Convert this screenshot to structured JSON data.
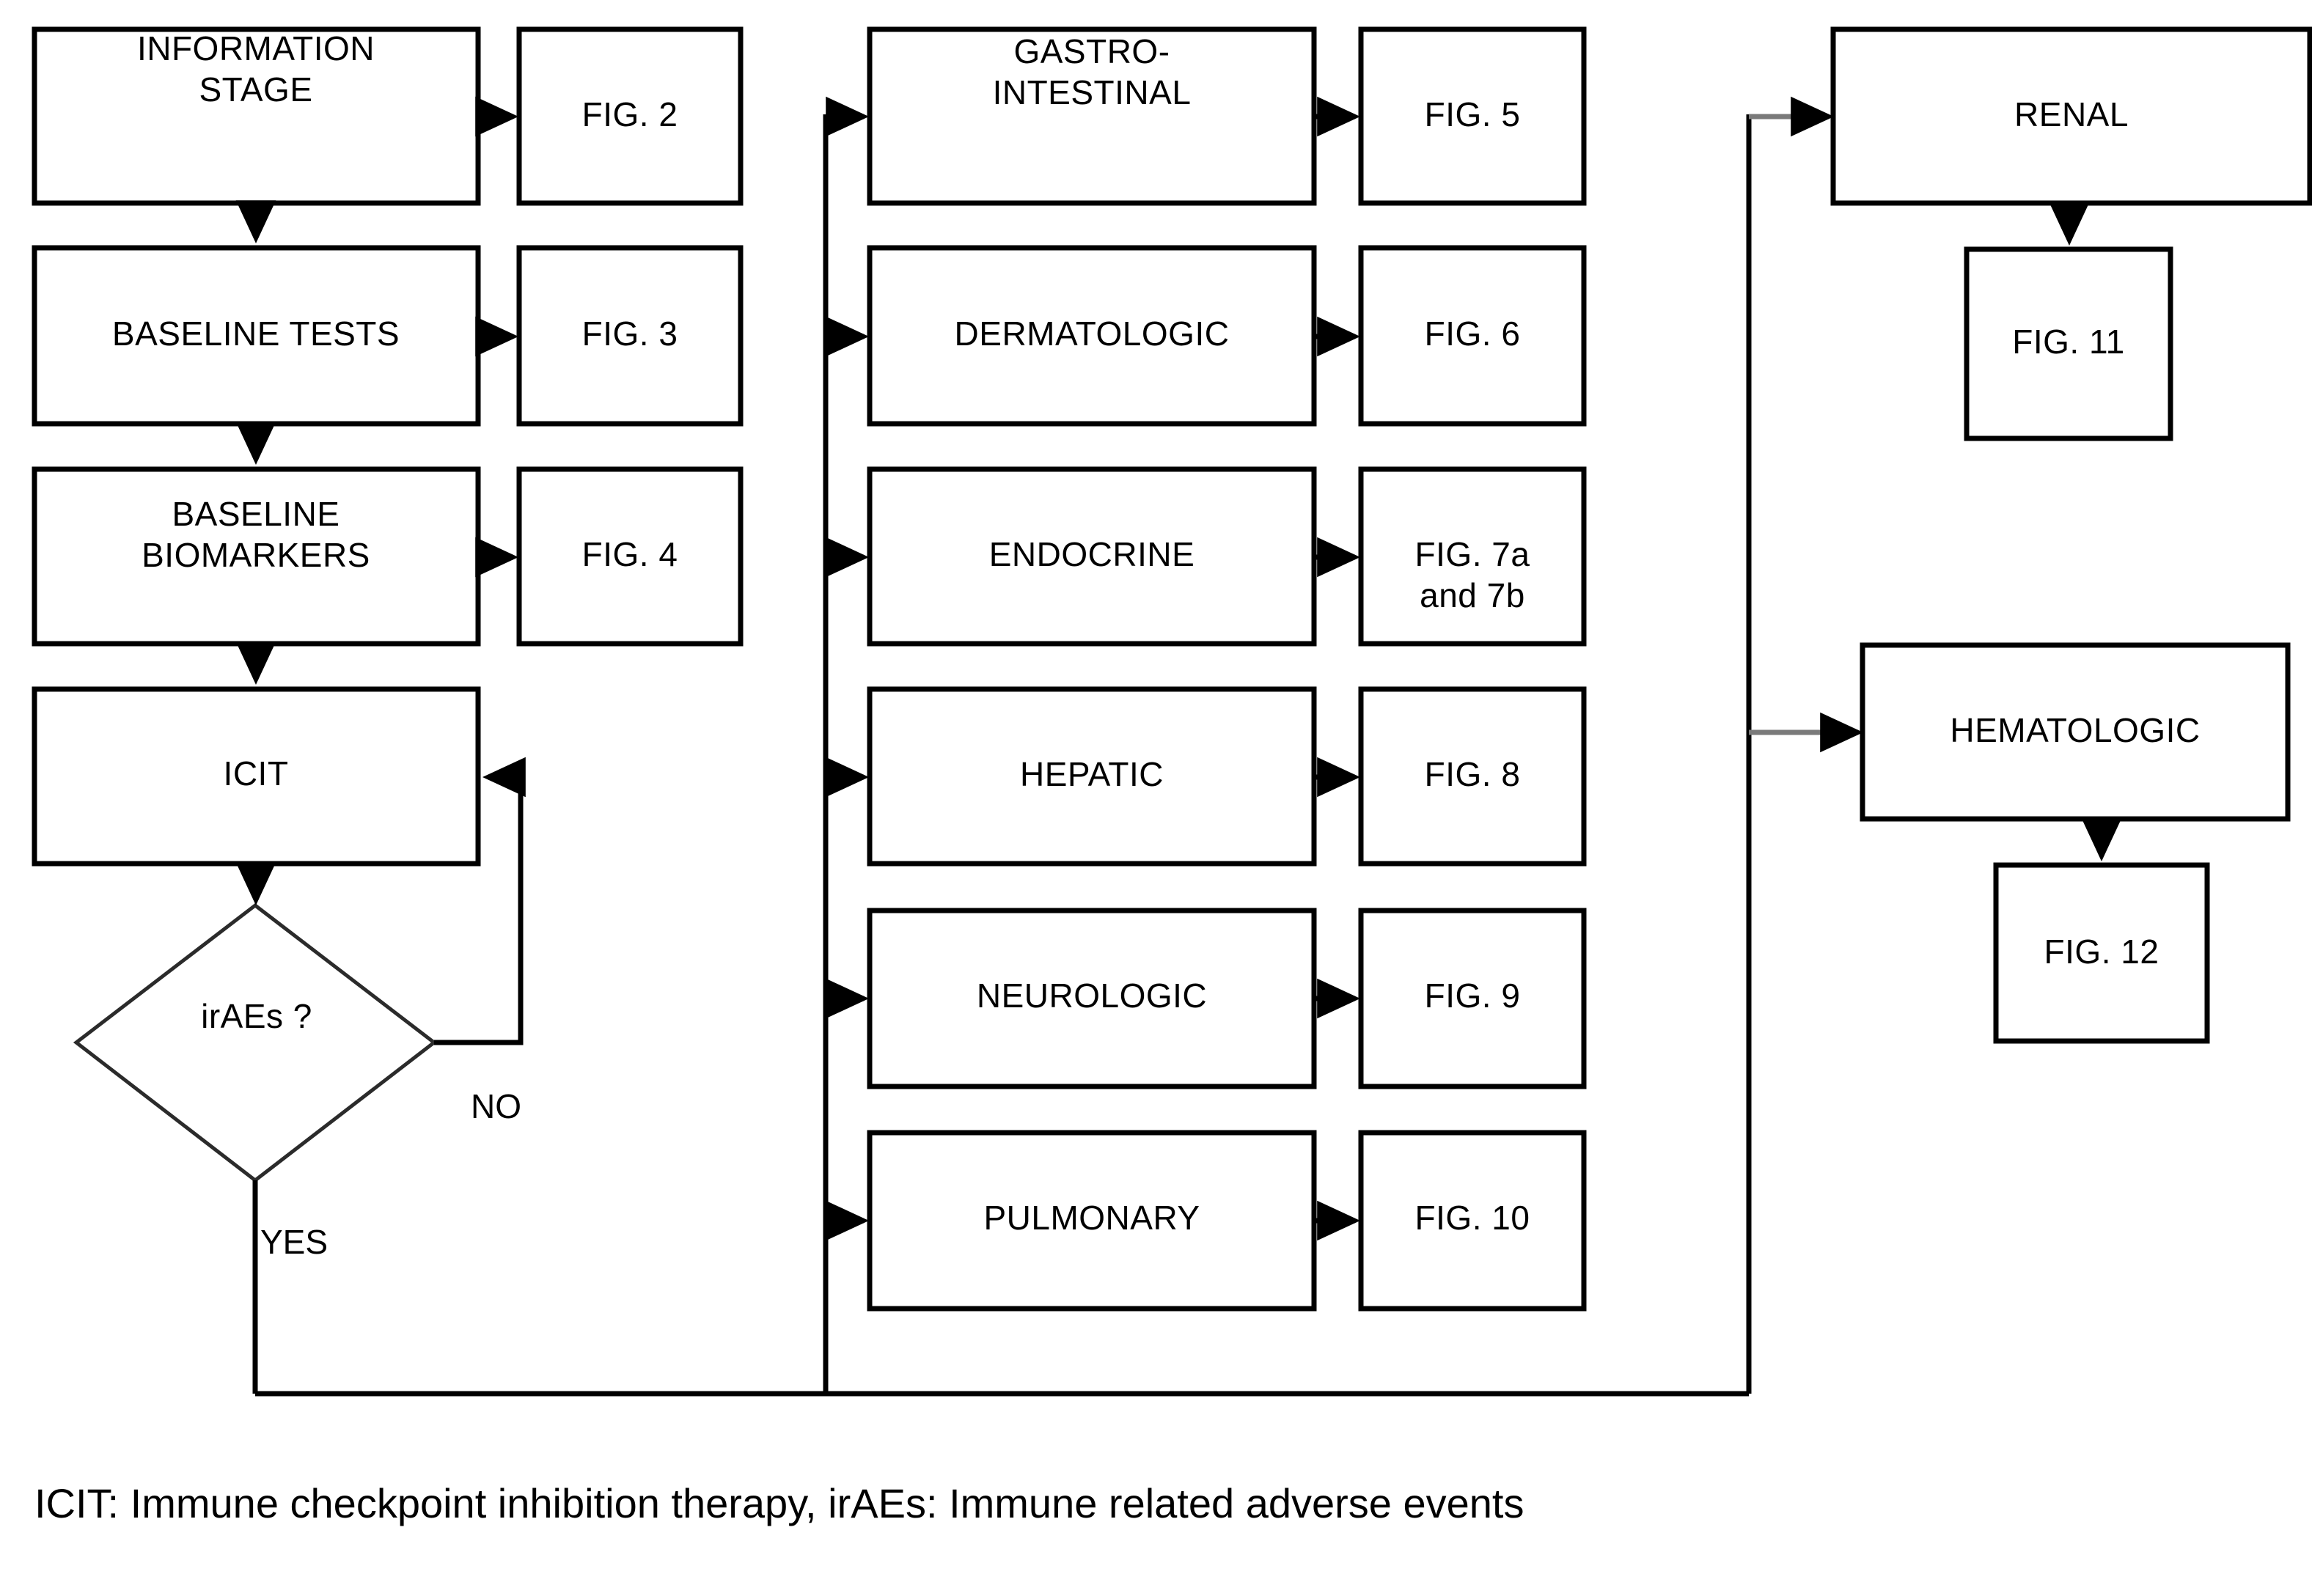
{
  "diagram": {
    "title_caption": "ICIT: Immune checkpoint inhibition therapy, irAEs: Immune related adverse events",
    "left_column": {
      "information_stage": {
        "line1": "INFORMATION",
        "line2": "STAGE"
      },
      "baseline_tests": {
        "line1": "BASELINE TESTS"
      },
      "baseline_biomarkers": {
        "line1": "BASELINE",
        "line2": "BIOMARKERS"
      },
      "icit": {
        "line1": "ICIT"
      },
      "decision": {
        "line1": "irAEs ?"
      },
      "edge_yes": "YES",
      "edge_no": "NO"
    },
    "left_fig_column": {
      "fig2": {
        "line1": "FIG. 2"
      },
      "fig3": {
        "line1": "FIG. 3"
      },
      "fig4": {
        "line1": "FIG. 4"
      }
    },
    "middle_column": {
      "gastrointestinal": {
        "line1": "GASTRO-",
        "line2": "INTESTINAL"
      },
      "dermatologic": {
        "line1": "DERMATOLOGIC"
      },
      "endocrine": {
        "line1": "ENDOCRINE"
      },
      "hepatic": {
        "line1": "HEPATIC"
      },
      "neurologic": {
        "line1": "NEUROLOGIC"
      },
      "pulmonary": {
        "line1": "PULMONARY"
      }
    },
    "middle_fig_column": {
      "fig5": {
        "line1": "FIG. 5"
      },
      "fig6": {
        "line1": "FIG. 6"
      },
      "fig7": {
        "line1": "FIG. 7a",
        "line2": "and 7b"
      },
      "fig8": {
        "line1": "FIG. 8"
      },
      "fig9": {
        "line1": "FIG. 9"
      },
      "fig10": {
        "line1": "FIG. 10"
      }
    },
    "right_column": {
      "renal": {
        "line1": "RENAL"
      },
      "fig11": {
        "line1": "FIG. 11"
      },
      "hematologic": {
        "line1": "HEMATOLOGIC"
      },
      "fig12": {
        "line1": "FIG. 12"
      }
    },
    "colors": {
      "stroke": "#000000",
      "connector_grey": "#7a7a7a",
      "background": "#ffffff",
      "text": "#000000"
    }
  }
}
